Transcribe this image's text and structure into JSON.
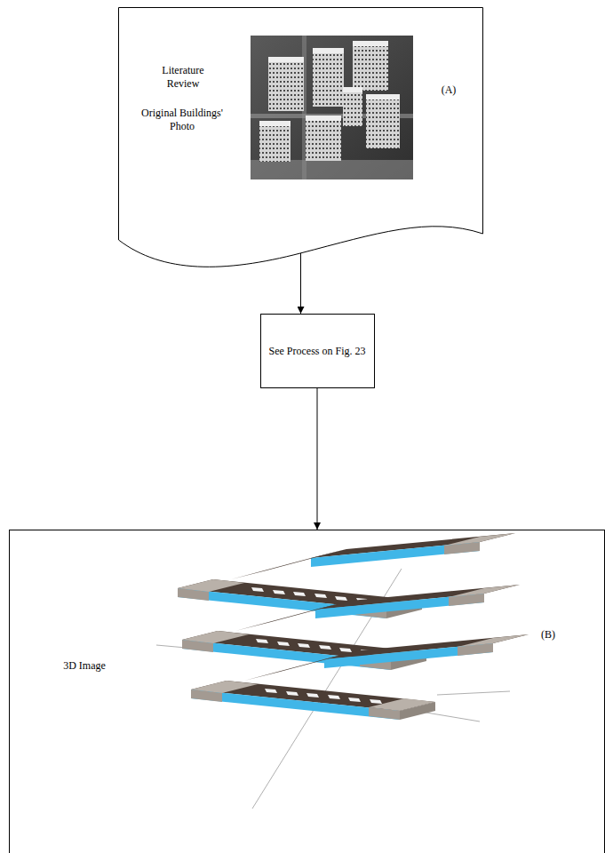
{
  "diagram": {
    "nodes": [
      {
        "text": [
          "Literature Review",
          "Original Buildings' Photo",
          "(A)"
        ]
      },
      {
        "text": [
          "See Process on Fig. 23"
        ]
      },
      {
        "text": [
          "3D Image",
          "(B)"
        ]
      }
    ],
    "edges": [
      {
        "from": 0,
        "to": 1,
        "arrow": "to"
      },
      {
        "from": 1,
        "to": 2,
        "arrow": "to"
      }
    ]
  }
}
